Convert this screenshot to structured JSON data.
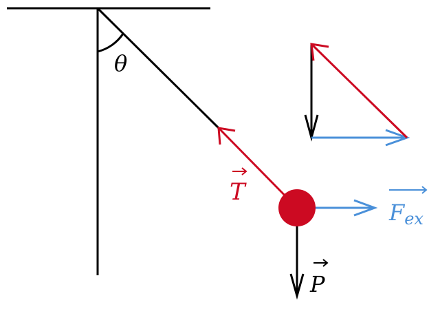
{
  "labels": {
    "angle": "θ",
    "tension": "T",
    "external_force": "F",
    "external_force_subscript": "ex",
    "weight": "P"
  },
  "colors": {
    "tension": "#cc0a22",
    "external_force": "#4a90d9",
    "weight": "#000000",
    "structure": "#000000"
  }
}
